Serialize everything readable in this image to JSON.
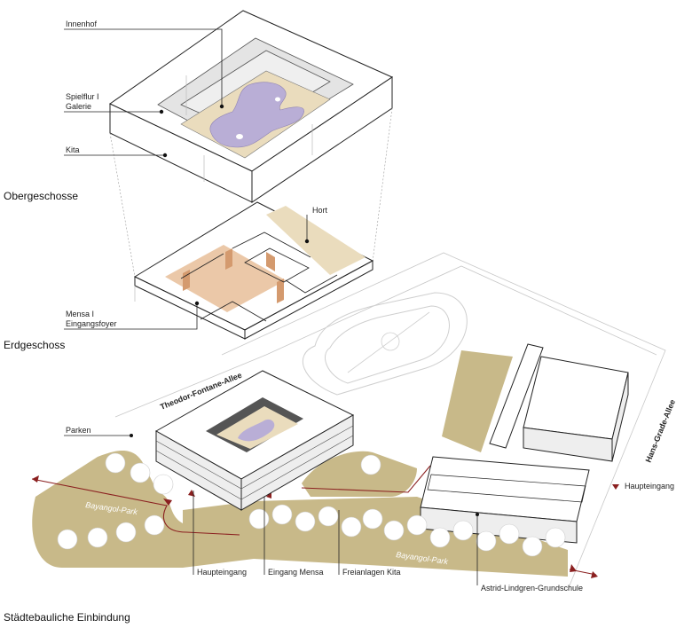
{
  "colors": {
    "park": "#c8b989",
    "courtyard": "#eadcbd",
    "play": "#b9aed6",
    "mensa": "#ebc8a8",
    "mensa_dark": "#d49a6e",
    "path": "#8b2020",
    "building_top": "#ffffff",
    "building_side": "#eeeeee"
  },
  "sections": {
    "upper": "Obergeschosse",
    "ground": "Erdgeschoss",
    "site": "Städtebauliche Einbindung"
  },
  "labels": {
    "innenhof": "Innenhof",
    "spielflur_1": "Spielflur I",
    "spielflur_2": "Galerie",
    "kita": "Kita",
    "hort": "Hort",
    "mensa_1": "Mensa I",
    "mensa_2": "Eingangsfoyer",
    "parken": "Parken",
    "haupteingang_right": "Haupteingang",
    "haupteingang_bottom": "Haupteingang",
    "eingang_mensa": "Eingang Mensa",
    "freianlagen": "Freianlagen Kita",
    "grundschule": "Astrid-Lindgren-Grundschule"
  },
  "streets": {
    "theodor": "Theodor-Fontane-Allee",
    "hans": "Hans-Grade-Allee",
    "bayangol_1": "Bayangol-Park",
    "bayangol_2": "Bayangol-Park"
  },
  "icons": [
    "entrance-arrow-icon",
    "tree-icon"
  ]
}
